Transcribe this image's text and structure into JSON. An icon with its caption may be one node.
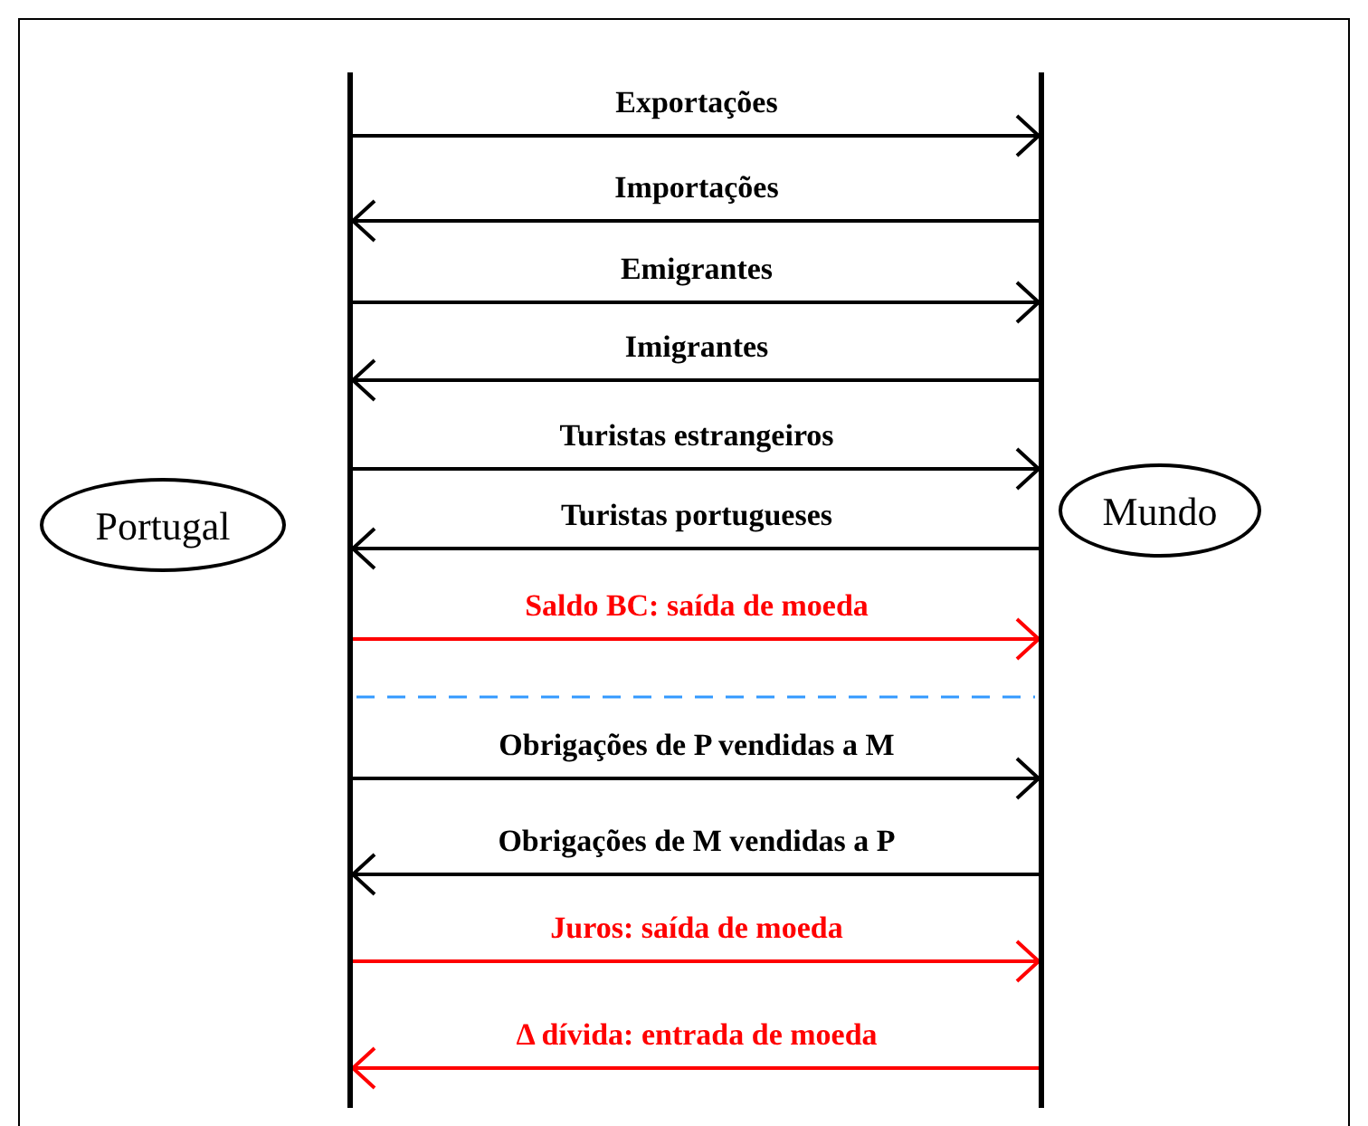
{
  "diagram": {
    "nodes": [
      {
        "text": [
          "Portugal"
        ]
      },
      {
        "text": [
          "Mundo"
        ]
      },
      {
        "text": [],
        "shape": "bar"
      },
      {
        "text": [],
        "shape": "bar"
      }
    ],
    "edges": [
      {
        "from": 2,
        "to": 3,
        "arrow": "to",
        "label": "Exportações"
      },
      {
        "from": 3,
        "to": 2,
        "arrow": "to",
        "label": "Importações"
      },
      {
        "from": 2,
        "to": 3,
        "arrow": "to",
        "label": "Emigrantes"
      },
      {
        "from": 3,
        "to": 2,
        "arrow": "to",
        "label": "Imigrantes"
      },
      {
        "from": 2,
        "to": 3,
        "arrow": "to",
        "label": "Turistas estrangeiros"
      },
      {
        "from": 3,
        "to": 2,
        "arrow": "to",
        "label": "Turistas portugueses"
      },
      {
        "from": 2,
        "to": 3,
        "arrow": "to",
        "label": "Saldo BC: saída de moeda",
        "color": "#ff0000"
      },
      {
        "from": 2,
        "to": 3,
        "arrow": "to",
        "label": "Obrigações de P vendidas a M"
      },
      {
        "from": 3,
        "to": 2,
        "arrow": "to",
        "label": "Obrigações de M vendidas a P"
      },
      {
        "from": 2,
        "to": 3,
        "arrow": "to",
        "label": "Juros: saída de moeda",
        "color": "#ff0000"
      },
      {
        "from": 3,
        "to": 2,
        "arrow": "to",
        "label": "Δ dívida: entrada de moeda",
        "color": "#ff0000"
      }
    ]
  }
}
